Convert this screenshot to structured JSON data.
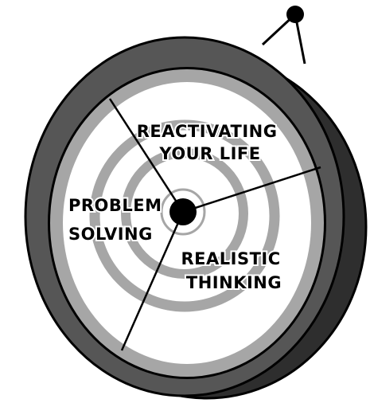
{
  "segments": [
    {
      "id": "reactivating",
      "lines": [
        "REACTIVATING",
        "YOUR LIFE"
      ]
    },
    {
      "id": "problem-solving",
      "lines": [
        "PROBLEM",
        "SOLVING"
      ]
    },
    {
      "id": "realistic-thinking",
      "lines": [
        "REALISTIC",
        "THINKING"
      ]
    }
  ],
  "colors": {
    "tire": "#565656",
    "tire_side": "#2e2e2e",
    "outline": "#000000",
    "ring_gray": "#a6a6a6",
    "face": "#ffffff",
    "hub": "#000000"
  }
}
